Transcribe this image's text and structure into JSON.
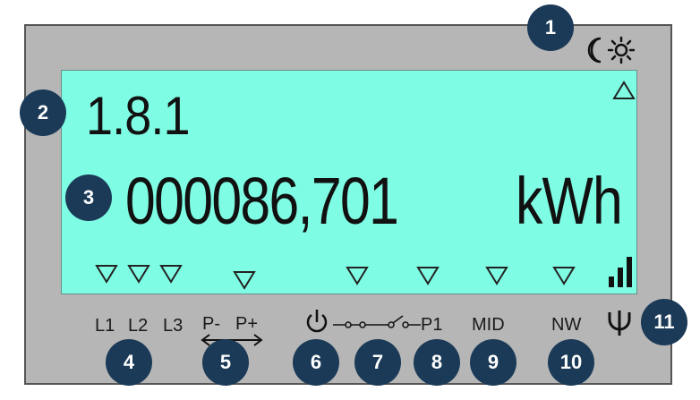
{
  "display": {
    "obis_code": "1.8.1",
    "reading_value": "000086,701",
    "reading_unit": "kWh",
    "signal_level": 1.0
  },
  "labels": {
    "l1": "L1",
    "l2": "L2",
    "l3": "L3",
    "p_minus": "P-",
    "p_plus": "P+",
    "p1": "P1",
    "mid": "MID",
    "nw": "NW"
  },
  "badges": [
    "1",
    "2",
    "3",
    "4",
    "5",
    "6",
    "7",
    "8",
    "9",
    "10",
    "11"
  ],
  "icons": [
    "moon-icon",
    "sun-icon",
    "power-icon",
    "switch-closed-icon",
    "switch-open-icon",
    "antenna-icon",
    "signal-bars-icon",
    "direction-arrow-icon",
    "triangle-indicator-icon"
  ],
  "colors": {
    "display_bg": "#7ffde4",
    "frame_bg": "#b6b6b6",
    "badge_bg": "#1b3a57",
    "badge_text": "#ffffff"
  }
}
